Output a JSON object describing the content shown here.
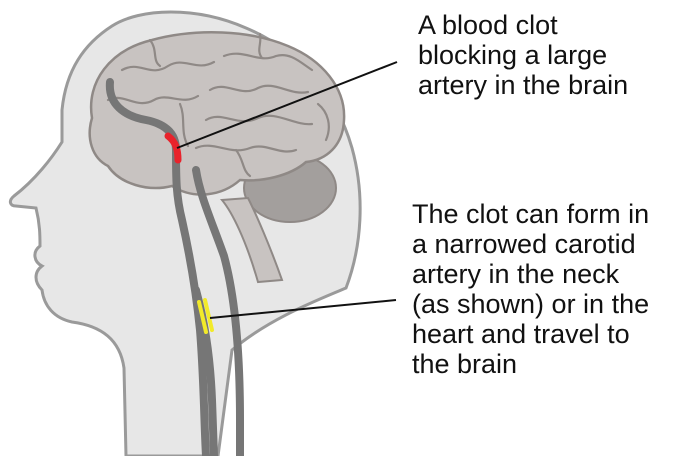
{
  "annotations": {
    "clot": {
      "lines": [
        "A blood clot",
        "blocking a large",
        "artery in the brain"
      ],
      "marker_color": "#e8232c"
    },
    "origin": {
      "lines": [
        "The clot can form in",
        "a narrowed carotid",
        "artery in the neck",
        "(as shown) or in the",
        "heart and travel to",
        "the brain"
      ],
      "marker_color": "#f2ea2a"
    }
  },
  "colors": {
    "head": "#e7e7e7",
    "head_outline": "#9a9a9a",
    "brain": "#c8c3c1",
    "brain_fold": "#8f8986",
    "cerebellum": "#a39f9d",
    "artery": "#767676",
    "leader_line": "#111111"
  }
}
